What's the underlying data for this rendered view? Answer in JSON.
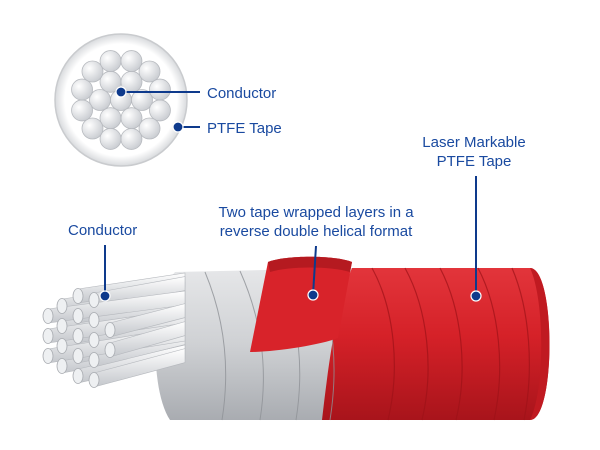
{
  "cross_section": {
    "conductor_label": "Conductor",
    "tape_label": "PTFE Tape"
  },
  "cable": {
    "conductor_label": "Conductor",
    "wrap_label_line1": "Two tape wrapped layers in a",
    "wrap_label_line2": "reverse double helical format",
    "laser_label_line1": "Laser Markable",
    "laser_label_line2": "PTFE Tape"
  },
  "colors": {
    "label": "#1a4aa0",
    "leader": "#0e3a8c",
    "jacket_red": "#d4222a",
    "inner_tape_grey": "#cfd1d4",
    "conductor_white": "#f2f3f5"
  }
}
